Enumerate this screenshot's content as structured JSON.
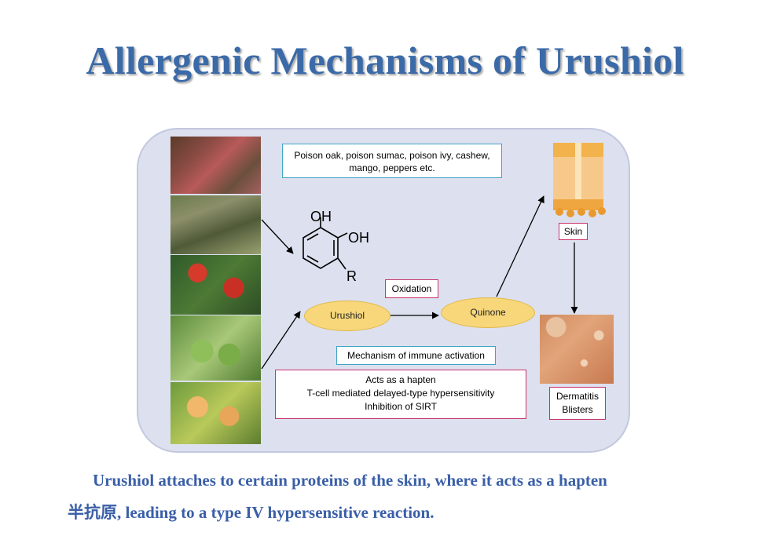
{
  "slide": {
    "title": "Allergenic Mechanisms of Urushiol",
    "caption_line1": "Urushiol attaches to certain proteins of the skin, where it acts as a hapten",
    "caption_line2": "半抗原, leading to a type IV hypersensitive reaction."
  },
  "diagram": {
    "sources_line1": "Poison oak, poison sumac, poison ivy, cashew,",
    "sources_line2": "mango, peppers etc.",
    "molecule": {
      "oh1": "OH",
      "oh2": "OH",
      "r": "R"
    },
    "oxidation": "Oxidation",
    "urushiol": "Urushiol",
    "quinone": "Quinone",
    "skin": "Skin",
    "mechanism_title": "Mechanism of immune activation",
    "effects": [
      "Acts as a hapten",
      "T-cell mediated delayed-type hypersensitivity",
      "Inhibition of SIRT"
    ],
    "dermatitis": "Dermatitis",
    "blisters": "Blisters"
  },
  "colors": {
    "title": "#3b6aa8",
    "caption": "#3a5fa8",
    "panel": "#dde0ee",
    "ellipse": "#f7d77a",
    "blue_box": "#3ea5c4",
    "pink_box": "#c9336a"
  }
}
